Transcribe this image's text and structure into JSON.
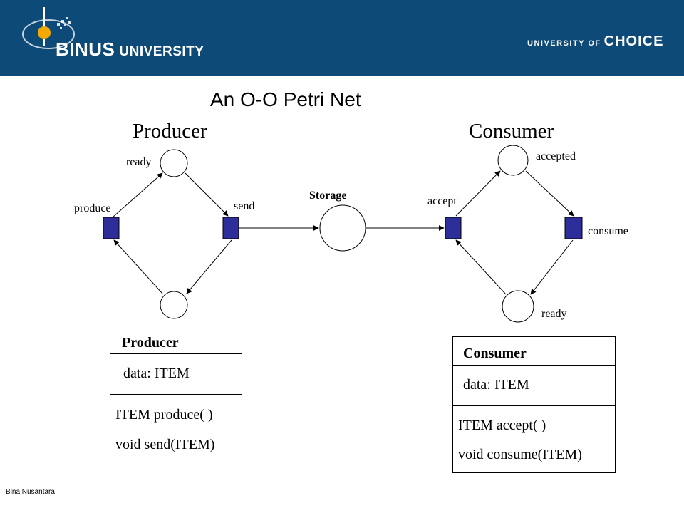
{
  "banner": {
    "logo_main": "BINUS",
    "logo_sub": "UNIVERSITY",
    "tagline_small": "UNIVERSITY OF",
    "tagline_big": "CHOICE",
    "colors": {
      "background": "#0e4a78",
      "accent": "#f2a900"
    }
  },
  "title": "An O-O Petri Net",
  "producer": {
    "heading": "Producer",
    "place_top_label": "ready",
    "transition_left_label": "produce",
    "transition_right_label": "send",
    "class_box": {
      "name": "Producer",
      "attribute": "data: ITEM",
      "methods": [
        "ITEM produce( )",
        "void send(ITEM)"
      ]
    }
  },
  "storage": {
    "label": "Storage"
  },
  "consumer": {
    "heading": "Consumer",
    "place_top_label": "accepted",
    "transition_left_label": "accept",
    "transition_right_label": "consume",
    "place_bottom_label": "ready",
    "class_box": {
      "name": "Consumer",
      "attribute": "data: ITEM",
      "methods": [
        "ITEM accept( )",
        "void consume(ITEM)"
      ]
    }
  },
  "colors": {
    "transition_fill": "#2e2e9a"
  },
  "footer": "Bina Nusantara"
}
